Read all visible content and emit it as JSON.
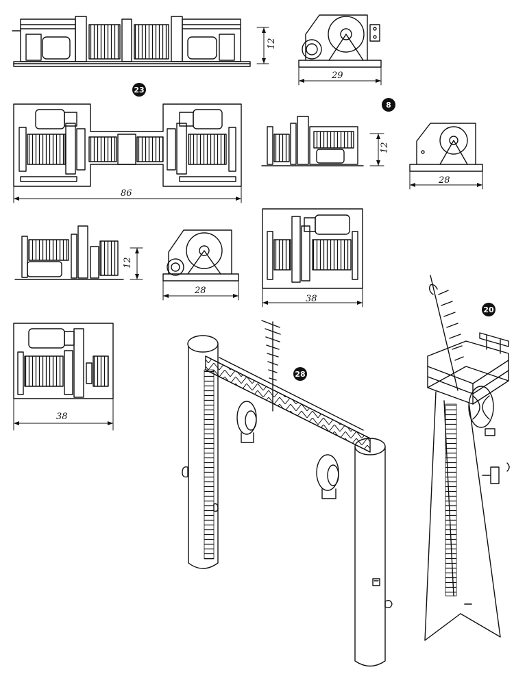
{
  "figure": {
    "callouts": [
      "23",
      "8",
      "28",
      "20"
    ],
    "dimensions": {
      "winch_top_front_height": "12",
      "winch_top_side_width": "29",
      "winch_large_plan_width": "86",
      "winch_small_front_height": "12",
      "winch_small_side_width": "28",
      "winch_mid_front_height": "12",
      "winch_mid_side_width": "28",
      "winch_mid_plan_width": "38",
      "winch_bottom_plan_width": "38"
    }
  },
  "colors": {
    "ink": "#111111",
    "paper": "#ffffff"
  }
}
